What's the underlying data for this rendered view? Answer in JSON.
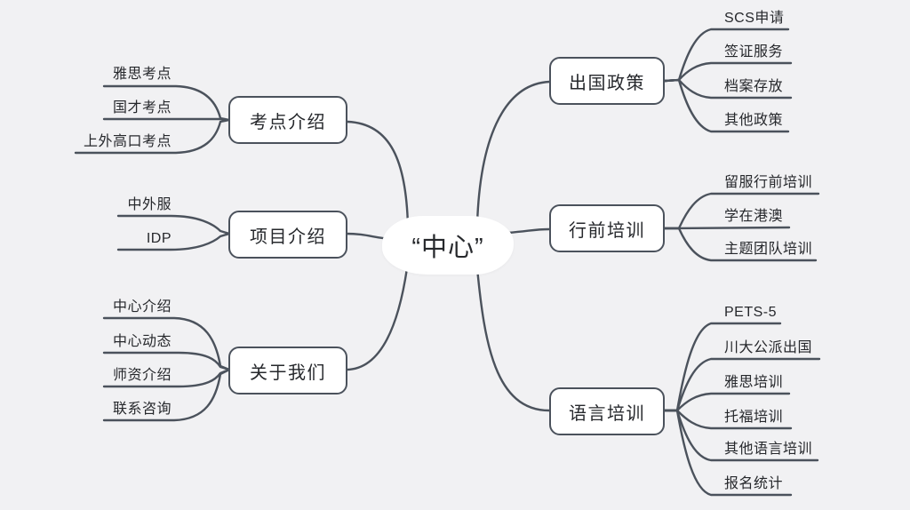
{
  "center": {
    "label": "“中心”"
  },
  "left_branches": [
    {
      "label": "考点介绍",
      "children": [
        "雅思考点",
        "国才考点",
        "上外高口考点"
      ]
    },
    {
      "label": "项目介绍",
      "children": [
        "中外服",
        "IDP"
      ]
    },
    {
      "label": "关于我们",
      "children": [
        "中心介绍",
        "中心动态",
        "师资介绍",
        "联系咨询"
      ]
    }
  ],
  "right_branches": [
    {
      "label": "出国政策",
      "children": [
        "SCS申请",
        "签证服务",
        "档案存放",
        "其他政策"
      ]
    },
    {
      "label": "行前培训",
      "children": [
        "留服行前培训",
        "学在港澳",
        "主题团队培训"
      ]
    },
    {
      "label": "语言培训",
      "children": [
        "PETS-5",
        "川大公派出国",
        "雅思培训",
        "托福培训",
        "其他语言培训",
        "报名统计"
      ]
    }
  ],
  "colors": {
    "background": "#f1f1f3",
    "line": "#4b525c",
    "node_fill": "#ffffff",
    "text": "#26282c"
  }
}
